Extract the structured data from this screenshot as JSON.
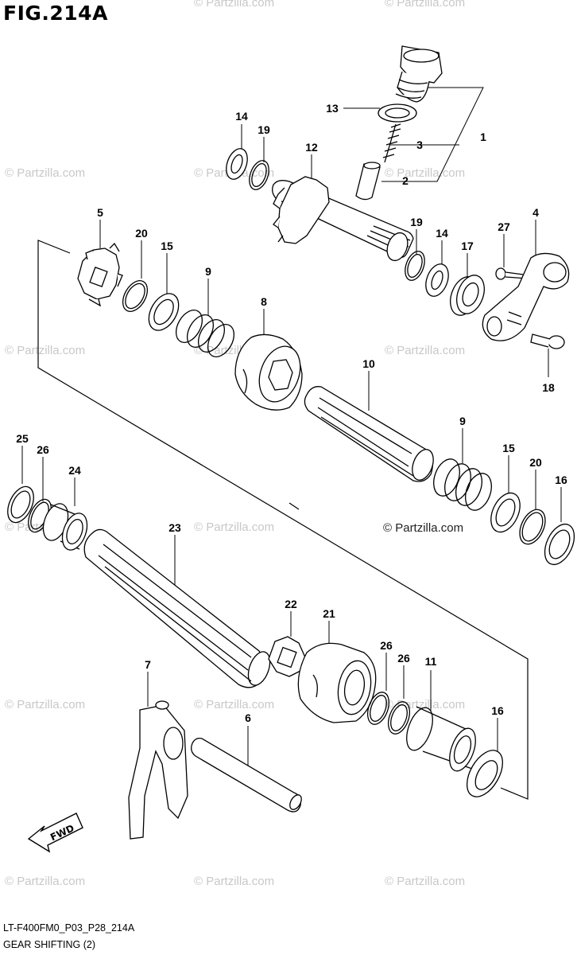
{
  "figure": {
    "title": "FIG.214A",
    "footer_code": "LT-F400FM0_P03_P28_214A",
    "footer_name": "GEAR SHIFTING (2)"
  },
  "watermarks": {
    "text": "© Partzilla.com",
    "prominent_text": "© Partzilla.com"
  },
  "callouts": [
    "1",
    "2",
    "3",
    "4",
    "5",
    "6",
    "7",
    "8",
    "9",
    "9",
    "10",
    "11",
    "12",
    "13",
    "14",
    "14",
    "15",
    "15",
    "16",
    "16",
    "17",
    "18",
    "19",
    "19",
    "20",
    "20",
    "21",
    "22",
    "23",
    "24",
    "25",
    "26",
    "26",
    "26",
    "27"
  ],
  "direction_badge": "FWD",
  "colors": {
    "line": "#000000",
    "watermark": "#c8c8c8",
    "background": "#ffffff"
  }
}
